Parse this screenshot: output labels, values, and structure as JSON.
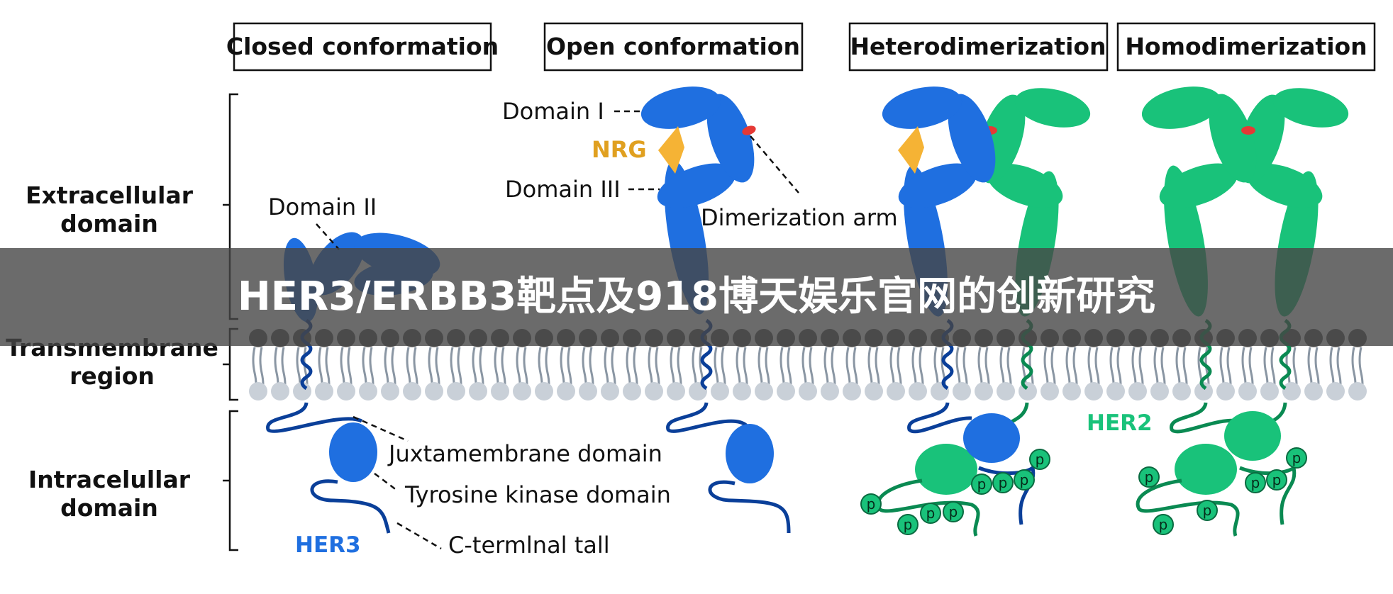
{
  "panels": [
    "Closed conformation",
    "Open conformation",
    "Heterodimerization",
    "Homodimerization"
  ],
  "regions": {
    "extracellular": [
      "Extracellular",
      "domain"
    ],
    "transmembrane": [
      "Transmembrane",
      "region"
    ],
    "intracellular": [
      "Intracelullar",
      "domain"
    ]
  },
  "labels": {
    "domain_ii": "Domain II",
    "domain_i": "Domain I",
    "domain_iii": "Domain III",
    "nrg": "NRG",
    "dimerization_arm": "Dimerization arm",
    "juxtamembrane": "Juxtamembrane domain",
    "tyrosine_kinase": "Tyrosine kinase domain",
    "c_terminal": "C-termlnal tall",
    "her3": "HER3",
    "her2": "HER2",
    "phospho": "p"
  },
  "banner": {
    "text": "HER3/ERBB3靶点及918博天娱乐官网的创新研究"
  },
  "colors": {
    "her3_blue": "#1f6fe0",
    "her3_dark": "#0a3f99",
    "her2_green": "#19c27a",
    "her2_dark": "#0a8a52",
    "nrg_orange": "#f5b335",
    "nrg_text": "#e0a020",
    "dimer_arm_red": "#e53935",
    "membrane_head_top": "#5a5a5a",
    "membrane_head_bottom": "#c9d0d8",
    "banner_bg": "#464646"
  }
}
